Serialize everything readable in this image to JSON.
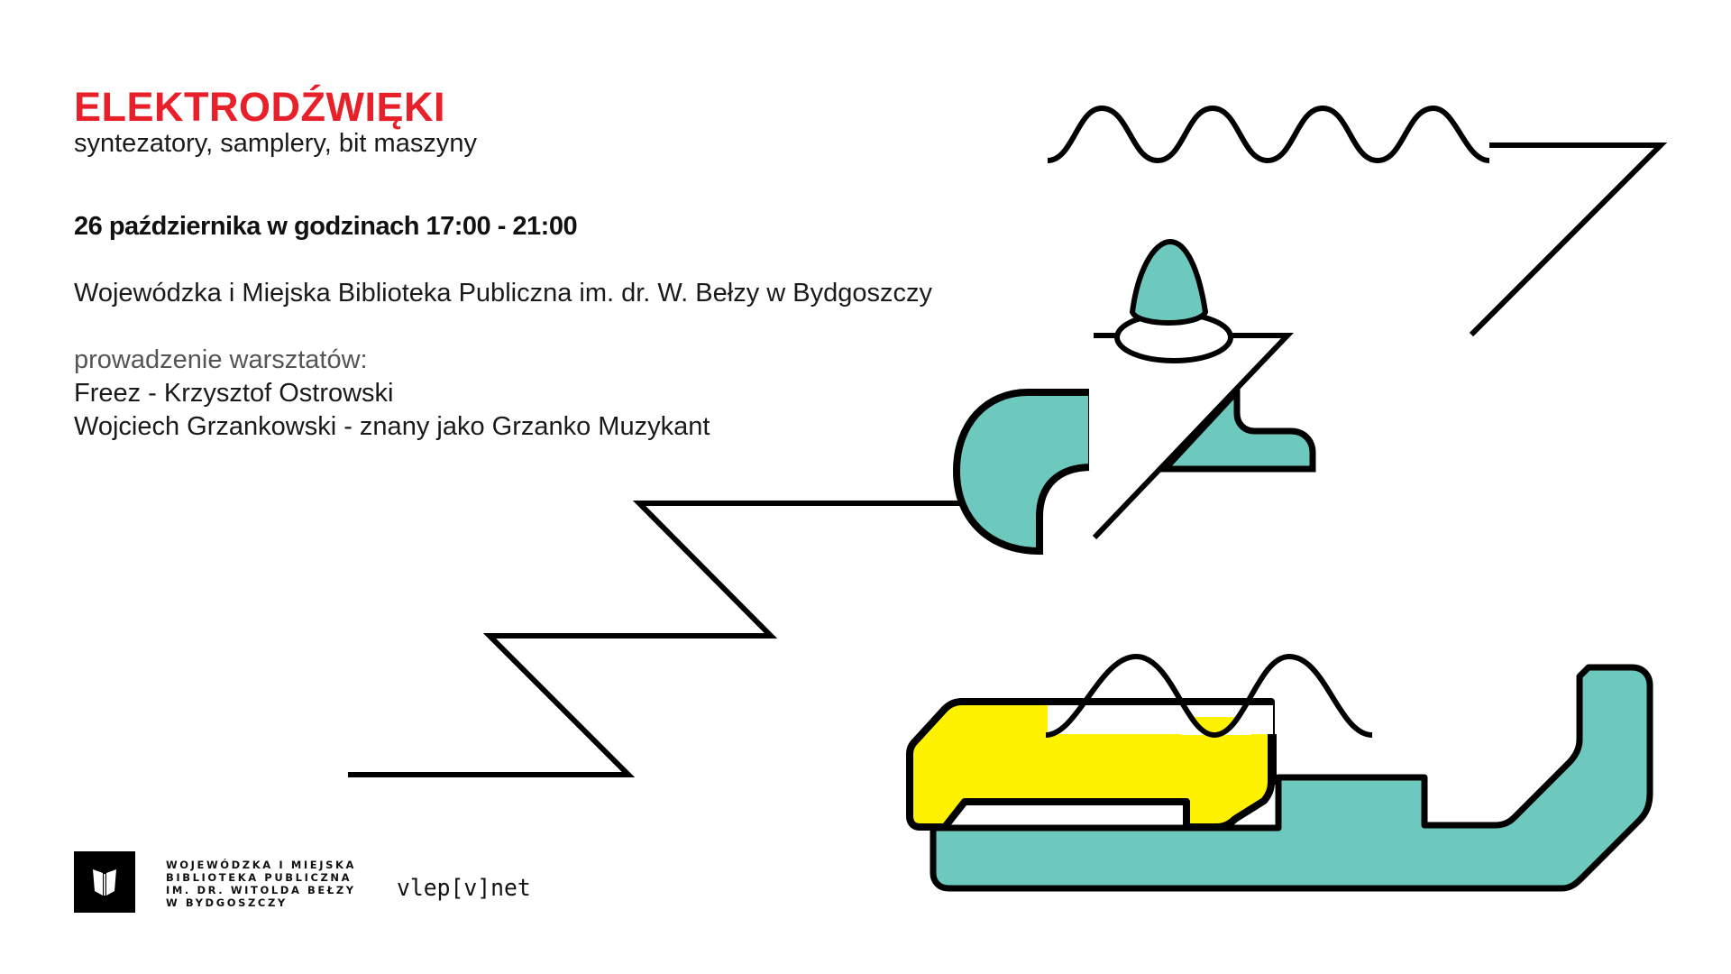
{
  "event": {
    "title": "ELEKTRODŹWIĘKI",
    "subtitle": "syntezatory, samplery, bit maszyny",
    "date_time": "26 października w godzinach 17:00 - 21:00",
    "venue": "Wojewódzka i Miejska Biblioteka Publiczna im. dr. W. Bełzy w Bydgoszczy",
    "workshop_label": "prowadzenie warsztatów:",
    "leaders": [
      "Freez - Krzysztof Ostrowski",
      "Wojciech Grzankowski - znany jako Grzanko Muzykant"
    ]
  },
  "footer": {
    "library_logo_icon": "open-book-icon",
    "library_name_lines": [
      "WOJEWÓDZKA I MIEJSKA",
      "BIBLIOTEKA PUBLICZNA",
      "IM. DR. WITOLDA BEŁZY",
      "W BYDGOSZCZY"
    ],
    "partner_logo": "vlep[v]net"
  },
  "colors": {
    "title_red": "#e8202a",
    "teal": "#6dc8bd",
    "yellow": "#fff200",
    "line": "#000000",
    "background": "#ffffff"
  }
}
